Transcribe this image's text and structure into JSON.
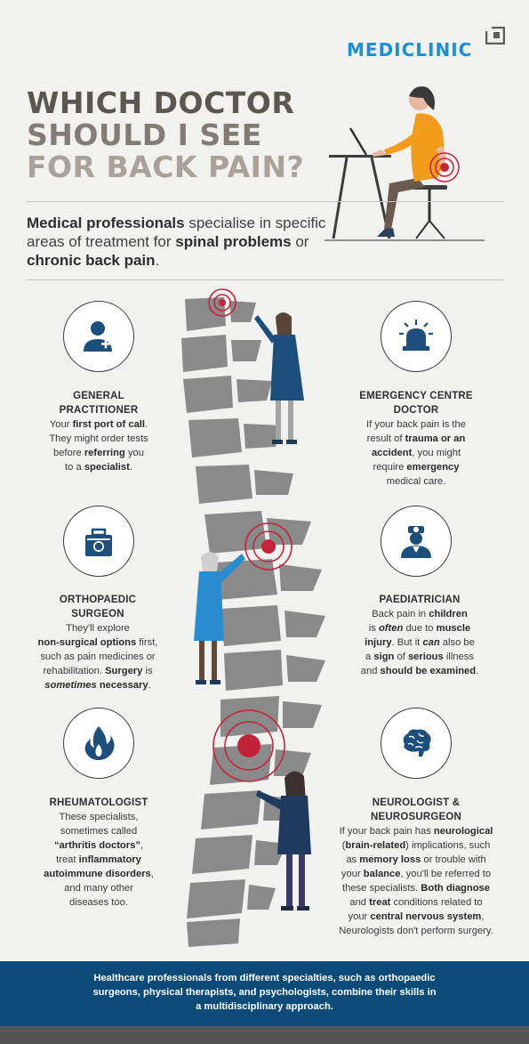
{
  "brand": {
    "name": "MEDICLINIC",
    "color": "#1a8fd6"
  },
  "title": {
    "line1": "WHICH DOCTOR",
    "line2": "SHOULD I SEE",
    "line3": "FOR BACK PAIN?"
  },
  "intro": {
    "p1_bold": "Medical professionals",
    "p1_rest": " specialise in specific areas of treatment for ",
    "p2_bold": "spinal problems",
    "p2_mid": " or ",
    "p3_bold": "chronic back pain",
    "p3_end": "."
  },
  "colors": {
    "navy": "#0c4a78",
    "icon_blue": "#1d4f7c",
    "pain_red": "#c4243a",
    "spine_gray": "#8a8a8a"
  },
  "doctors": {
    "gp": {
      "icon": "user-plus-icon",
      "title1": "GENERAL",
      "title2": "PRACTITIONER",
      "t1": "Your ",
      "t1b": "first port of call",
      "t1e": ".",
      "t2": "They might order tests",
      "t3": "before ",
      "t3b": "referring",
      "t3e": " you",
      "t4": "to a ",
      "t4b": "specialist",
      "t4e": "."
    },
    "emergency": {
      "icon": "siren-icon",
      "title1": "EMERGENCY CENTRE",
      "title2": "DOCTOR",
      "t1": "If your back pain is the",
      "t2": "result of ",
      "t2b": "trauma or an",
      "t3b": "accident",
      "t3e": ", you might",
      "t4": "require ",
      "t4b": "emergency",
      "t5": "medical care."
    },
    "ortho": {
      "icon": "medical-kit-icon",
      "title1": "ORTHOPAEDIC",
      "title2": "SURGEON",
      "t1": "They'll explore",
      "t2b": "non-surgical options",
      "t2e": " first,",
      "t3": "such as pain medicines or",
      "t4": "rehabilitation. ",
      "t4b": "Surgery",
      "t4e": " is",
      "t5i": "sometimes",
      "t5b": " necessary",
      "t5e": "."
    },
    "paed": {
      "icon": "nurse-icon",
      "title1": "PAEDIATRICIAN",
      "t1": "Back pain in ",
      "t1b": "children",
      "t2": "is ",
      "t2i": "often",
      "t2e": " due to ",
      "t2b": "muscle",
      "t3b": "injury",
      "t3e": ". But it ",
      "t3i": "can",
      "t3f": " also be",
      "t4": "a ",
      "t4b": "sign",
      "t4e": " of ",
      "t4b2": "serious",
      "t4f": " illness",
      "t5": "and ",
      "t5b": "should be examined",
      "t5e": "."
    },
    "rheum": {
      "icon": "flame-icon",
      "title1": "RHEUMATOLOGIST",
      "t1": "These specialists,",
      "t2": "sometimes called",
      "t3b": "“arthritis doctors”",
      "t3e": ",",
      "t4": "treat ",
      "t4b": "inflammatory",
      "t5b": "autoimmune disorders",
      "t5e": ",",
      "t6": "and many other",
      "t7": "diseases too."
    },
    "neuro": {
      "icon": "brain-icon",
      "title1": "NEUROLOGIST &",
      "title2": "NEUROSURGEON",
      "t1": "If your back pain has ",
      "t1b": "neurological",
      "t2": "(",
      "t2b": "brain-related",
      "t2e": ") implications, such",
      "t3": "as ",
      "t3b": "memory loss",
      "t3e": " or trouble with",
      "t4": "your ",
      "t4b": "balance",
      "t4e": ", you'll be referred to",
      "t5": "these specialists. ",
      "t5b": "Both diagnose",
      "t6": "and ",
      "t6b": "treat",
      "t6e": " conditions related to",
      "t7": "your ",
      "t7b": "central nervous system",
      "t7e": ",",
      "t8": "Neurologists don't perform surgery."
    }
  },
  "footer": {
    "line1": "Healthcare professionals from different specialties, such as orthopaedic",
    "line2": "surgeons, physical therapists, and psychologists, combine their skills in",
    "line3": "a multidisciplinary approach."
  }
}
